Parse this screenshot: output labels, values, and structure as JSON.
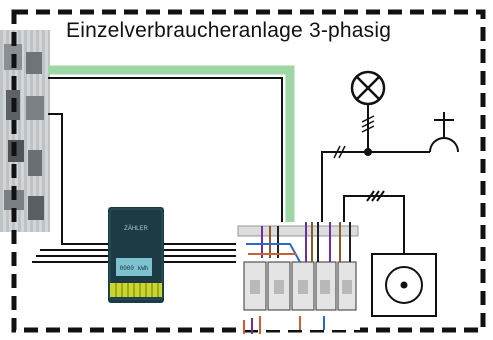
{
  "diagram": {
    "title": "Einzelverbraucheranlage 3-phasig",
    "meter_brand": "ZÄHLER",
    "meter_display": "0000 kWh",
    "colors": {
      "border": "#111111",
      "wire": "#111111",
      "protective_earth": "#9fd6a6",
      "meter_body": "#1d3b45",
      "meter_window": "#7fc2cf",
      "terminal_row": "#c8d62e",
      "breaker_body": "#e4e4e4",
      "house_photo_bg": "#c9cdd0"
    },
    "symbols": [
      "lamp-symbol",
      "socket-symbol",
      "heater-outlet-symbol",
      "house-connection-box",
      "electricity-meter",
      "distribution-board"
    ]
  }
}
